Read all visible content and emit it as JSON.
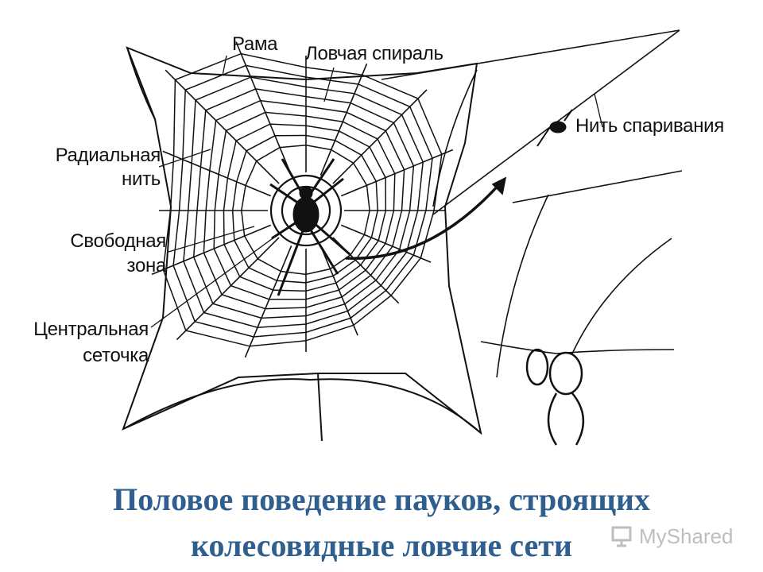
{
  "labels": {
    "frame": "Рама",
    "spiral": "Ловчая спираль",
    "radial_1": "Радиальная",
    "radial_2": "нить",
    "free_1": "Свободная",
    "free_2": "зона",
    "hub_1": "Центральная",
    "hub_2": "сеточка",
    "mating": "Нить спаривания"
  },
  "title": {
    "line1": "Половое поведение пауков, строящих",
    "line2": "колесовидные ловчие сети"
  },
  "watermark": "MyShared",
  "colors": {
    "title": "#2e5f8e",
    "ink": "#111111"
  }
}
